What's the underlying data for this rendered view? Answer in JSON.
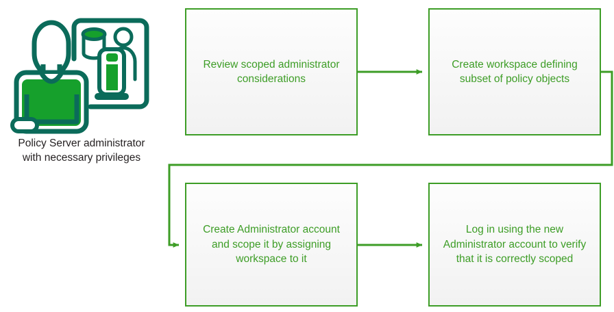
{
  "diagram": {
    "title_text_color": "#3d9d26",
    "accent_color": "#3d9d26",
    "icon_dark_color": "#0b6b5a",
    "icon_green_color": "#16a02c",
    "actor": {
      "icon_name": "policy-server-administrator-icon",
      "caption": "Policy Server administrator\nwith necessary privileges"
    },
    "nodes": [
      {
        "id": "node-1",
        "label": "Review scoped administrator\nconsiderations"
      },
      {
        "id": "node-2",
        "label": "Create workspace defining\nsubset of policy objects"
      },
      {
        "id": "node-3",
        "label": "Create Administrator account\nand scope it by assigning\nworkspace to it"
      },
      {
        "id": "node-4",
        "label": "Log in using the new\nAdministrator account to verify\nthat it is correctly scoped"
      }
    ],
    "connectors": [
      {
        "id": "connector-1-to-2",
        "from": "node-1",
        "to": "node-2",
        "style": "straight-arrow"
      },
      {
        "id": "connector-2-to-3",
        "from": "node-2",
        "to": "node-3",
        "style": "wraparound-arrow"
      },
      {
        "id": "connector-3-to-4",
        "from": "node-3",
        "to": "node-4",
        "style": "straight-arrow"
      }
    ]
  }
}
